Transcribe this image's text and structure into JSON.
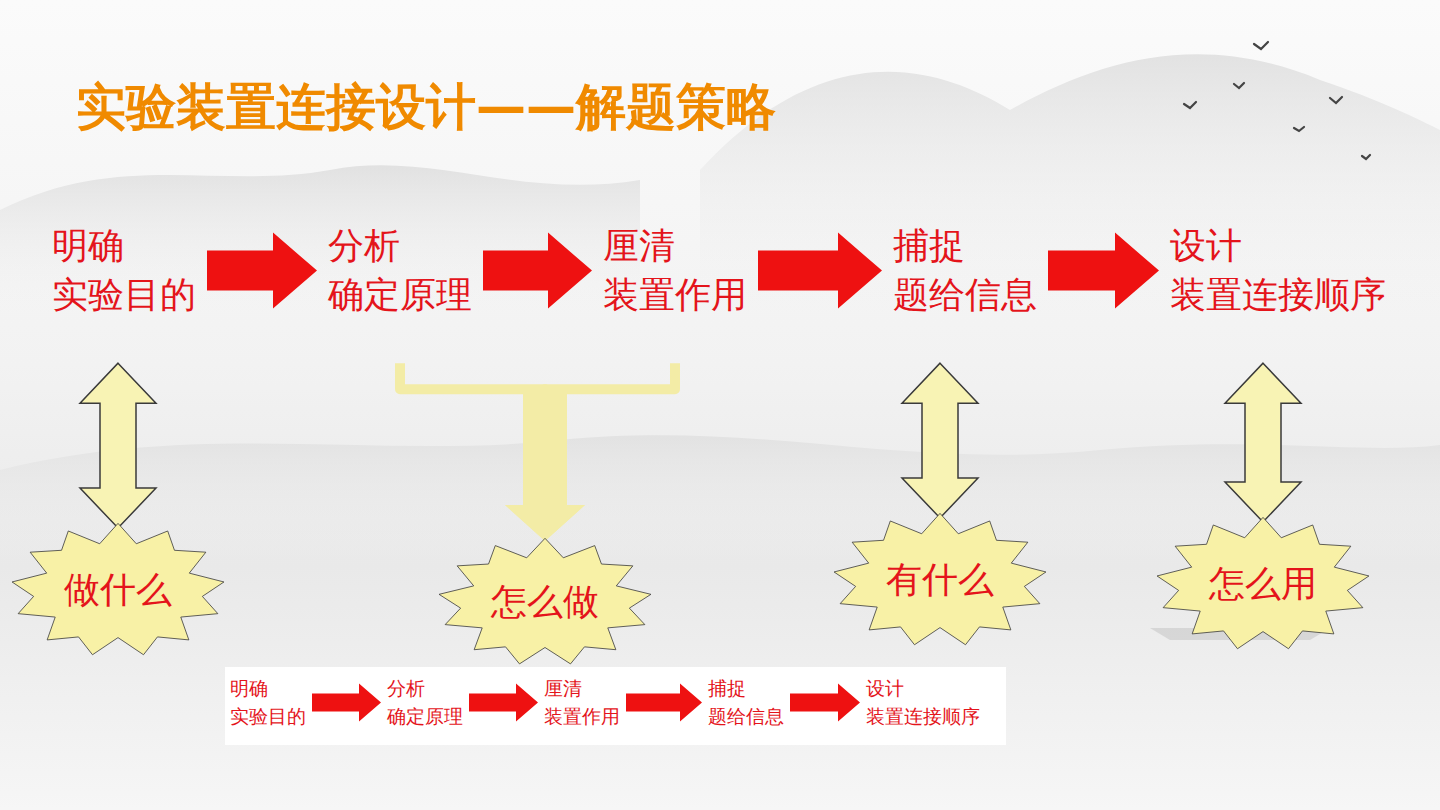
{
  "diagram": {
    "title": "实验装置连接设计——解题策略",
    "nodes": [
      {
        "text": [
          "明确 实验目的"
        ]
      },
      {
        "text": [
          "分析 确定原理"
        ]
      },
      {
        "text": [
          "厘清 装置作用"
        ]
      },
      {
        "text": [
          "捕捉 题给信息"
        ]
      },
      {
        "text": [
          "设计 装置连接顺序"
        ]
      },
      {
        "text": [
          "做什么"
        ]
      },
      {
        "text": [
          "怎么做"
        ]
      },
      {
        "text": [
          "有什么"
        ]
      },
      {
        "text": [
          "怎么用"
        ]
      },
      {
        "text": [
          "明确 实验目的"
        ]
      },
      {
        "text": [
          "分析 确定原理"
        ]
      },
      {
        "text": [
          "厘清 装置作用"
        ]
      },
      {
        "text": [
          "捕捉 题给信息"
        ]
      },
      {
        "text": [
          "设计 装置连接顺序"
        ]
      }
    ],
    "edges": [
      {
        "from": 0,
        "to": 1,
        "arrow": "to"
      },
      {
        "from": 1,
        "to": 2,
        "arrow": "to"
      },
      {
        "from": 2,
        "to": 3,
        "arrow": "to"
      },
      {
        "from": 3,
        "to": 4,
        "arrow": "to"
      },
      {
        "from": 0,
        "to": 5,
        "arrow": "both"
      },
      {
        "from": 1,
        "to": 6,
        "arrow": "to"
      },
      {
        "from": 2,
        "to": 6,
        "arrow": "to"
      },
      {
        "from": 3,
        "to": 7,
        "arrow": "both"
      },
      {
        "from": 4,
        "to": 8,
        "arrow": "both"
      },
      {
        "from": 9,
        "to": 10,
        "arrow": "to"
      },
      {
        "from": 10,
        "to": 11,
        "arrow": "to"
      },
      {
        "from": 11,
        "to": 12,
        "arrow": "to"
      },
      {
        "from": 12,
        "to": 13,
        "arrow": "to"
      }
    ]
  }
}
